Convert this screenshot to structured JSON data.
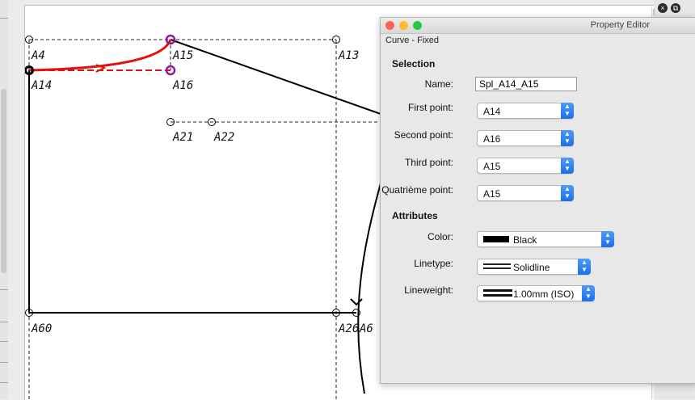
{
  "canvas": {
    "points": [
      {
        "id": "A4",
        "label": "A4"
      },
      {
        "id": "A15",
        "label": "A15"
      },
      {
        "id": "A13",
        "label": "A13"
      },
      {
        "id": "A14",
        "label": "A14"
      },
      {
        "id": "A16",
        "label": "A16"
      },
      {
        "id": "A21",
        "label": "A21"
      },
      {
        "id": "A22",
        "label": "A22"
      },
      {
        "id": "A60",
        "label": "A60"
      },
      {
        "id": "A26",
        "label": "A26"
      },
      {
        "id": "A6",
        "label": "A6"
      }
    ],
    "colors": {
      "curve": "#e0120f",
      "selected_point": "#8e1a9e",
      "line": "#000000",
      "guide": "#222222"
    }
  },
  "panel": {
    "title": "Property Editor",
    "subtitle": "Curve - Fixed",
    "selection_heading": "Selection",
    "name_label": "Name:",
    "name_value": "Spl_A14_A15",
    "first_point_label": "First point:",
    "first_point_value": "A14",
    "second_point_label": "Second point:",
    "second_point_value": "A16",
    "third_point_label": "Third point:",
    "third_point_value": "A15",
    "fourth_point_label": "Quatrième point:",
    "fourth_point_value": "A15",
    "attributes_heading": "Attributes",
    "color_label": "Color:",
    "color_value": "Black",
    "linetype_label": "Linetype:",
    "linetype_value": "Solidline",
    "lineweight_label": "Lineweight:",
    "lineweight_value": "1.00mm (ISO)",
    "traffic_lights": {
      "close": "#fe5f57",
      "minimize": "#febc2e",
      "zoom": "#28c840"
    }
  },
  "window_buttons": {
    "close_glyph": "×",
    "restore_glyph": "⧉"
  }
}
